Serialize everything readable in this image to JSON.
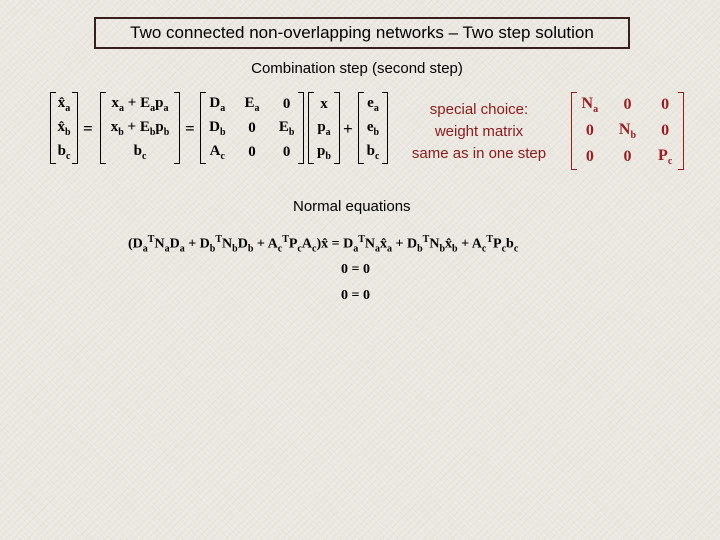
{
  "slide": {
    "title": "Two connected non-overlapping networks – Two step solution",
    "subtitle": "Combination step (second step)",
    "note_lines": [
      "special choice:",
      "weight matrix",
      "same as in one step"
    ],
    "normal_equations_label": "Normal equations"
  },
  "equations": {
    "lhs_vector": [
      [
        "x̂",
        "a"
      ],
      [
        "x̂",
        "b"
      ],
      [
        "b",
        "c"
      ]
    ],
    "operator_equals": "=",
    "expanded_vector": [
      [
        [
          "x",
          "a"
        ],
        [
          " + ",
          ""
        ],
        [
          "E",
          "a"
        ],
        [
          "p",
          "a"
        ]
      ],
      [
        [
          "x",
          "b"
        ],
        [
          " + ",
          ""
        ],
        [
          "E",
          "b"
        ],
        [
          "p",
          "b"
        ]
      ],
      [
        [
          "b",
          "c"
        ]
      ]
    ],
    "design_matrix": [
      [
        [
          "D",
          "a"
        ],
        [
          "E",
          "a"
        ],
        [
          "0",
          ""
        ]
      ],
      [
        [
          "D",
          "b"
        ],
        [
          "0",
          ""
        ],
        [
          "E",
          "b"
        ]
      ],
      [
        [
          "A",
          "c"
        ],
        [
          "0",
          ""
        ],
        [
          "0",
          ""
        ]
      ]
    ],
    "param_vector": [
      [
        "x",
        ""
      ],
      [
        "p",
        "a"
      ],
      [
        "p",
        "b"
      ]
    ],
    "operator_plus": "+",
    "error_vector": [
      [
        "e",
        "a"
      ],
      [
        "e",
        "b"
      ],
      [
        "b",
        "c"
      ]
    ],
    "weight_matrix": [
      [
        [
          "N",
          "a"
        ],
        [
          "0",
          ""
        ],
        [
          "0",
          ""
        ]
      ],
      [
        [
          "0",
          ""
        ],
        [
          "N",
          "b"
        ],
        [
          "0",
          ""
        ]
      ],
      [
        [
          "0",
          ""
        ],
        [
          "0",
          ""
        ],
        [
          "P",
          "c"
        ]
      ]
    ],
    "normal_equation_line1": "(DaᵀNaDa + DbᵀNbDb + AcᵀPcAc)x̂ = DaᵀNax̂a + DbᵀNbx̂b + AcᵀPcbc",
    "normal_equation_line2": "0 = 0",
    "normal_equation_line3": "0 = 0"
  }
}
